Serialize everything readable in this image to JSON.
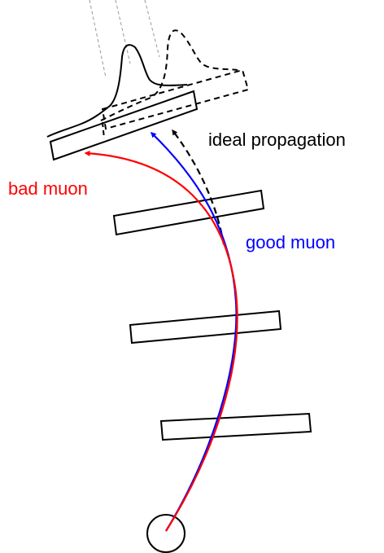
{
  "labels": {
    "ideal": "ideal propagation",
    "bad": "bad muon",
    "good": "good muon"
  },
  "colors": {
    "bad": "#ff0000",
    "good": "#0000ff",
    "ideal": "#000000",
    "outline": "#000000",
    "guide": "#999999"
  }
}
